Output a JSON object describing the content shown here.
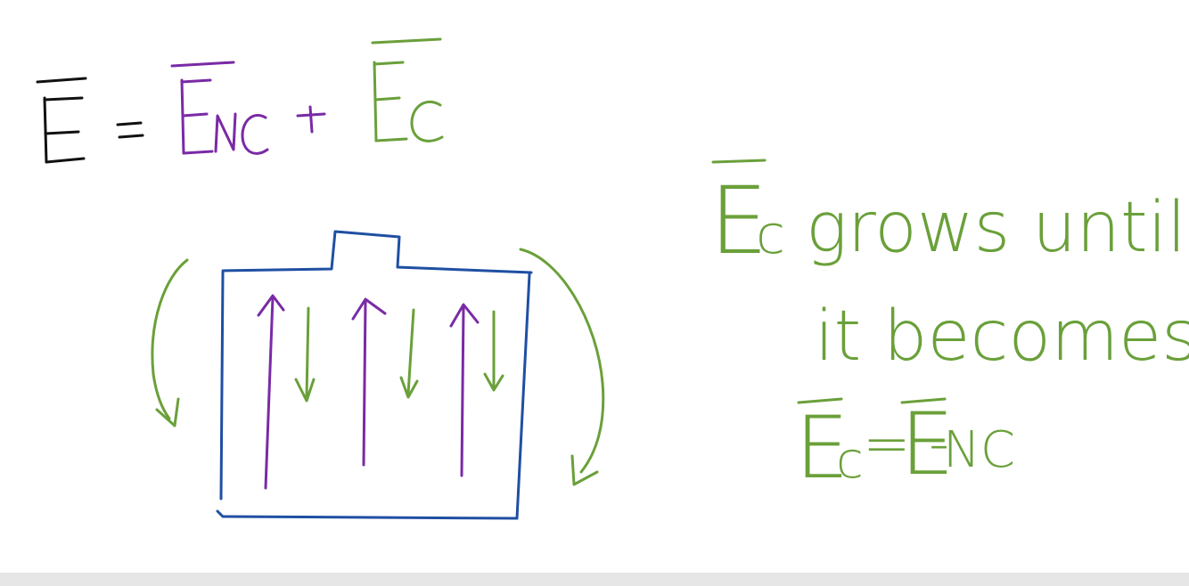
{
  "colors": {
    "black_ink": "#111111",
    "purple_ink": "#7a2aa6",
    "green_ink": "#6aa03a",
    "blue_ink": "#1f4fa3",
    "background": "#ffffff",
    "bottom_bar": "#e6e6e6"
  },
  "equation_top": {
    "E": "E",
    "equals": "=",
    "E_nc_letter": "E",
    "E_nc_sub": "NC",
    "plus": "+",
    "E_c_letter": "E",
    "E_c_sub": "C"
  },
  "note": {
    "line1_E": "E",
    "line1_sub": "c",
    "line1_rest": "grows until",
    "line2": "it becomes",
    "line3_E": "E",
    "line3_sub": "c",
    "line3_mid": "= -",
    "line3_E2": "E",
    "line3_sub2": "NC"
  }
}
